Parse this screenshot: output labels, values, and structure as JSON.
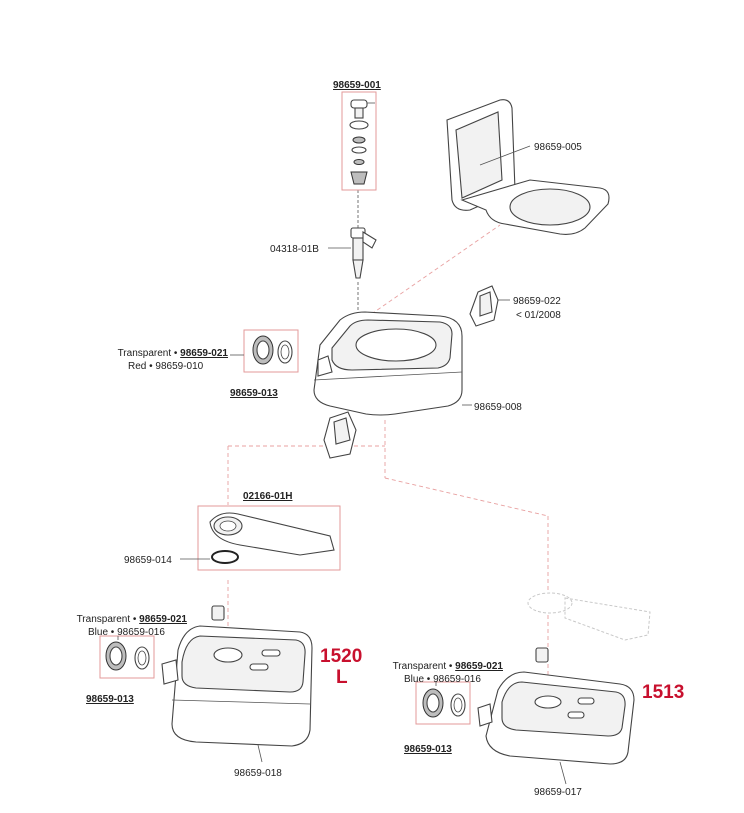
{
  "colors": {
    "accent": "#c8102e",
    "line": "#444444",
    "guide": "#e8a0a0"
  },
  "labels": {
    "top_assembly": "98659-001",
    "seat_lid": "98659-005",
    "pump_rod": "04318-01B",
    "latch": "98659-022",
    "latch_note": "< 01/2008",
    "upper_cap_transparent_prefix": "Transparent • ",
    "upper_cap_transparent_part": "98659-021",
    "upper_cap_red": "Red • 98659-010",
    "upper_seal": "98659-013",
    "upper_tank": "98659-008",
    "slide_valve": "02166-01H",
    "slide_seal": "98659-014",
    "left_cap_transparent_prefix": "Transparent • ",
    "left_cap_transparent_part": "98659-021",
    "left_cap_blue": "Blue • 98659-016",
    "left_seal": "98659-013",
    "left_tank": "98659-018",
    "left_model": "1520",
    "left_model_suffix": "L",
    "right_cap_transparent_prefix": "Transparent • ",
    "right_cap_transparent_part": "98659-021",
    "right_cap_blue": "Blue • 98659-016",
    "right_seal": "98659-013",
    "right_tank": "98659-017",
    "right_model": "1513"
  }
}
